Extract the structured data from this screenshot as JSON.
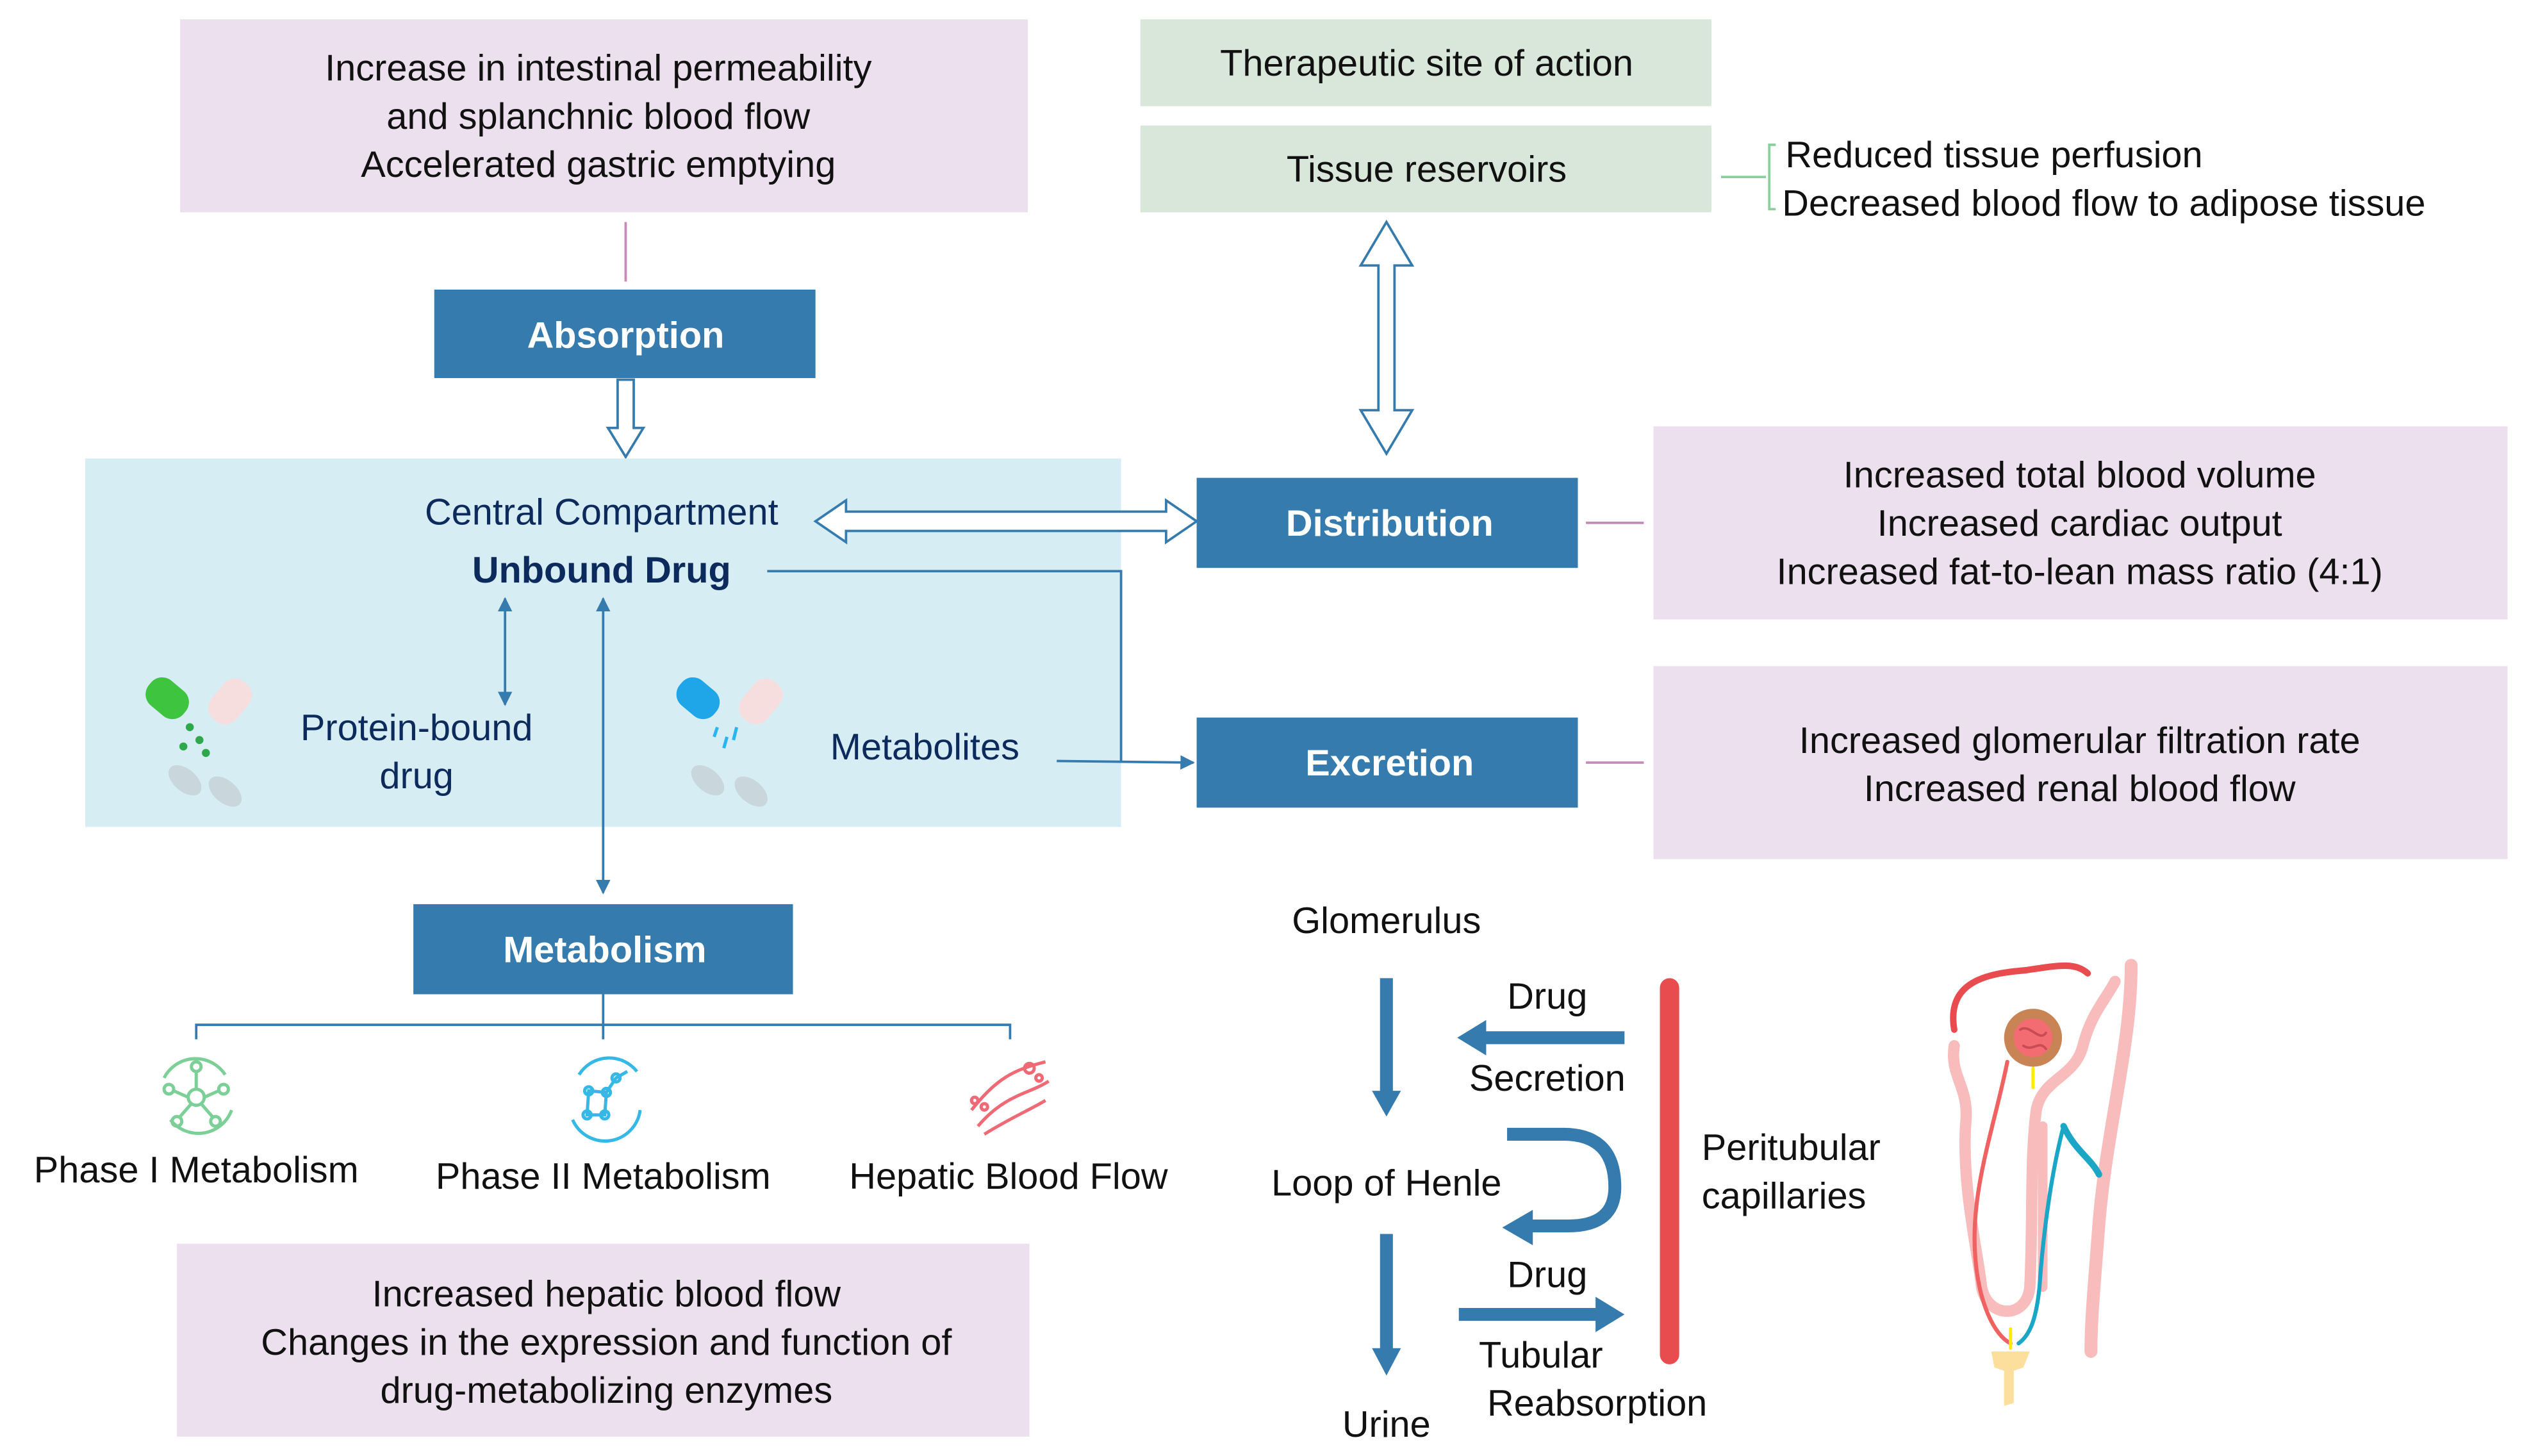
{
  "colors": {
    "stage_box": "#357bae",
    "pink_note": "#ede0ee",
    "green_note": "#d9e7da",
    "central_bg": "#d6edf4",
    "arrow_blue": "#357bae",
    "capillary_red": "#e84c4f",
    "connector_pink": "#c68bb8",
    "connector_green": "#8ccf9e",
    "navy_text": "#0d2a5c"
  },
  "absorption": {
    "label": "Absorption",
    "notes": [
      "Increase in intestinal permeability",
      "and splanchnic blood flow",
      "Accelerated gastric emptying"
    ]
  },
  "distribution": {
    "label": "Distribution",
    "notes": [
      "Increased total blood volume",
      "Increased cardiac output",
      "Increased fat-to-lean mass ratio (4:1)"
    ],
    "therapeutic_site": "Therapeutic site of action",
    "tissue_reservoirs": "Tissue reservoirs",
    "tissue_notes": [
      "Reduced tissue perfusion",
      "Decreased blood flow to adipose tissue"
    ]
  },
  "excretion": {
    "label": "Excretion",
    "notes": [
      "Increased glomerular filtration rate",
      "Increased renal blood flow"
    ]
  },
  "central": {
    "title": "Central Compartment",
    "unbound": "Unbound Drug",
    "protein_bound": [
      "Protein-bound",
      "drug"
    ],
    "metabolites": "Metabolites"
  },
  "metabolism": {
    "label": "Metabolism",
    "branches": [
      {
        "label": "Phase I Metabolism",
        "icon": "phase-1-molecule-icon"
      },
      {
        "label": "Phase II Metabolism",
        "icon": "phase-2-molecule-icon"
      },
      {
        "label": "Hepatic Blood Flow",
        "icon": "blood-vessel-icon"
      }
    ],
    "notes": [
      "Increased hepatic blood flow",
      "Changes in the expression and function of",
      "drug-metabolizing enzymes"
    ]
  },
  "kidney": {
    "glomerulus": "Glomerulus",
    "loop": "Loop of Henle",
    "urine": "Urine",
    "secretion_drug": "Drug",
    "secretion": "Secretion",
    "reabsorption_drug": "Drug",
    "reabsorption": [
      "Tubular",
      "Reabsorption"
    ],
    "capillaries": [
      "Peritubular",
      "capillaries"
    ]
  }
}
